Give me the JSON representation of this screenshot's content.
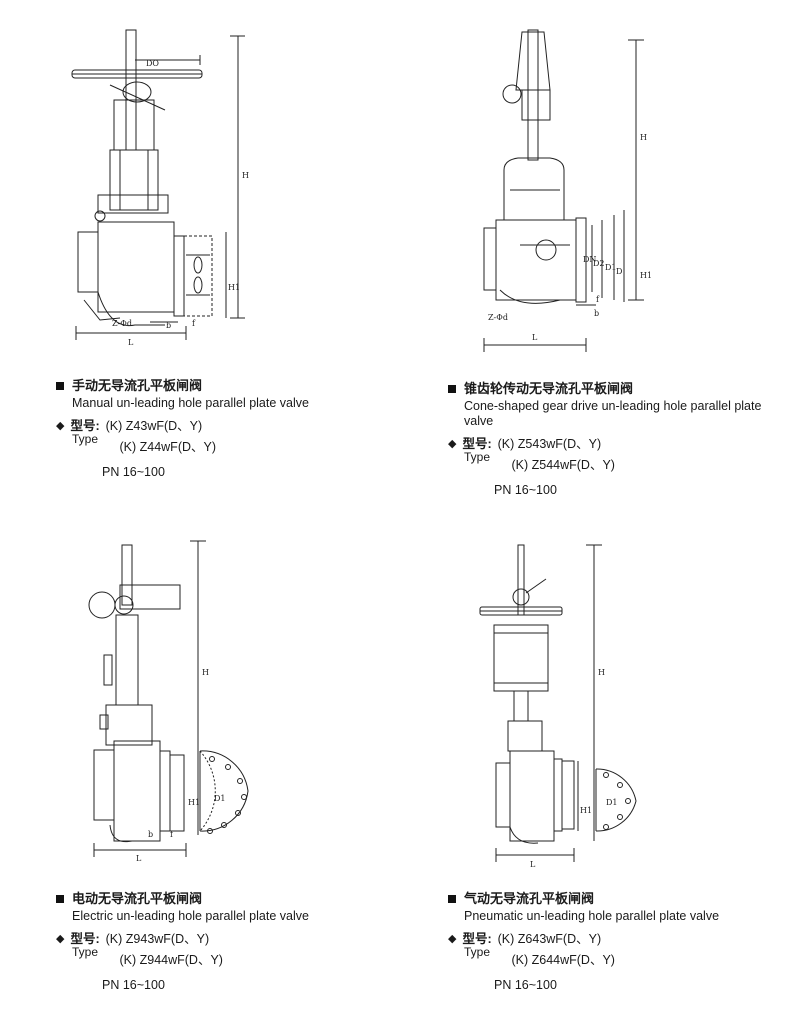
{
  "valves": [
    {
      "title_cn": "手动无导流孔平板闸阀",
      "title_en": "Manual un-leading hole parallel plate valve",
      "type_cn": "型号:",
      "type_en": "Type",
      "model_1": "(K) Z43wF(D、Y)",
      "model_2": "(K) Z44wF(D、Y)",
      "pn": "PN 16~100",
      "dims": [
        "DO",
        "H",
        "H1",
        "L",
        "b",
        "f",
        "Z-Φd"
      ]
    },
    {
      "title_cn": "锥齿轮传动无导流孔平板闸阀",
      "title_en": "Cone-shaped gear drive un-leading hole parallel plate valve",
      "type_cn": "型号:",
      "type_en": "Type",
      "model_1": "(K) Z543wF(D、Y)",
      "model_2": "(K) Z544wF(D、Y)",
      "pn": "PN 16~100",
      "dims": [
        "H",
        "DN",
        "D2",
        "D1",
        "D",
        "H1",
        "L",
        "b",
        "f",
        "Z-Φd"
      ]
    },
    {
      "title_cn": "电动无导流孔平板闸阀",
      "title_en": "Electric un-leading hole parallel plate valve",
      "type_cn": "型号:",
      "type_en": "Type",
      "model_1": "(K) Z943wF(D、Y)",
      "model_2": "(K) Z944wF(D、Y)",
      "pn": "PN 16~100",
      "dims": [
        "H",
        "H1",
        "D1",
        "b",
        "f",
        "L"
      ]
    },
    {
      "title_cn": "气动无导流孔平板闸阀",
      "title_en": "Pneumatic un-leading hole parallel plate valve",
      "type_cn": "型号:",
      "type_en": "Type",
      "model_1": "(K) Z643wF(D、Y)",
      "model_2": "(K) Z644wF(D、Y)",
      "pn": "PN 16~100",
      "dims": [
        "H",
        "H1",
        "D1",
        "L"
      ]
    }
  ]
}
